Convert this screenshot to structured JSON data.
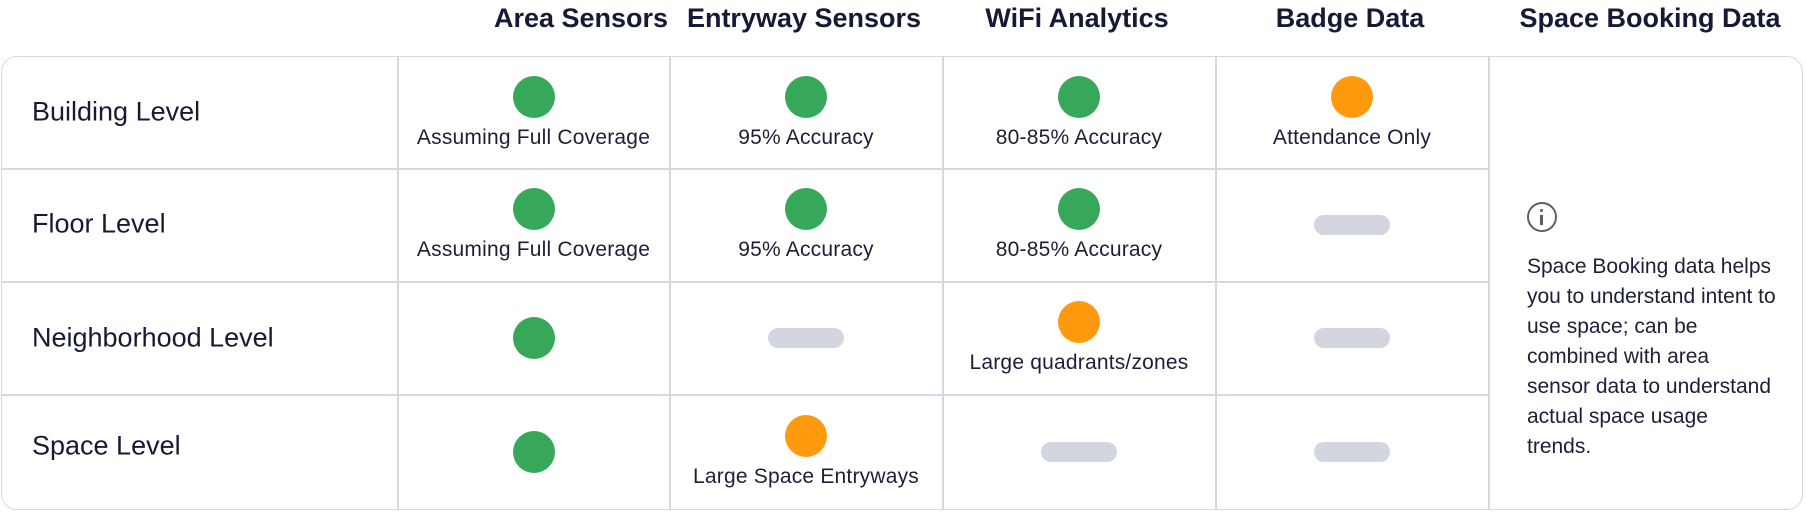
{
  "columns": [
    "Area Sensors",
    "Entryway Sensors",
    "WiFi Analytics",
    "Badge Data",
    "Space Booking Data"
  ],
  "rows": [
    {
      "label": "Building Level",
      "cells": [
        {
          "status": "full",
          "note": "Assuming Full Coverage"
        },
        {
          "status": "full",
          "note": "95% Accuracy"
        },
        {
          "status": "full",
          "note": "80-85% Accuracy"
        },
        {
          "status": "partial",
          "note": "Attendance Only"
        }
      ]
    },
    {
      "label": "Floor Level",
      "cells": [
        {
          "status": "full",
          "note": "Assuming Full Coverage"
        },
        {
          "status": "full",
          "note": "95% Accuracy"
        },
        {
          "status": "full",
          "note": "80-85% Accuracy"
        },
        {
          "status": "none",
          "note": ""
        }
      ]
    },
    {
      "label": "Neighborhood Level",
      "cells": [
        {
          "status": "full",
          "note": ""
        },
        {
          "status": "none",
          "note": ""
        },
        {
          "status": "partial",
          "note": "Large quadrants/zones"
        },
        {
          "status": "none",
          "note": ""
        }
      ]
    },
    {
      "label": "Space Level",
      "cells": [
        {
          "status": "full",
          "note": ""
        },
        {
          "status": "partial",
          "note": "Large Space Entryways"
        },
        {
          "status": "none",
          "note": ""
        },
        {
          "status": "none",
          "note": ""
        }
      ]
    }
  ],
  "space_booking_note": "Space Booking data helps you to understand intent to use space; can be combined with area sensor data to understand actual space usage trends.",
  "icons": {
    "info": "info-icon"
  },
  "colors": {
    "full": "#37a85a",
    "partial": "#ff9a0e",
    "none": "#d3d6de",
    "border": "#d5d8e2",
    "text": "#1c1f3a"
  }
}
